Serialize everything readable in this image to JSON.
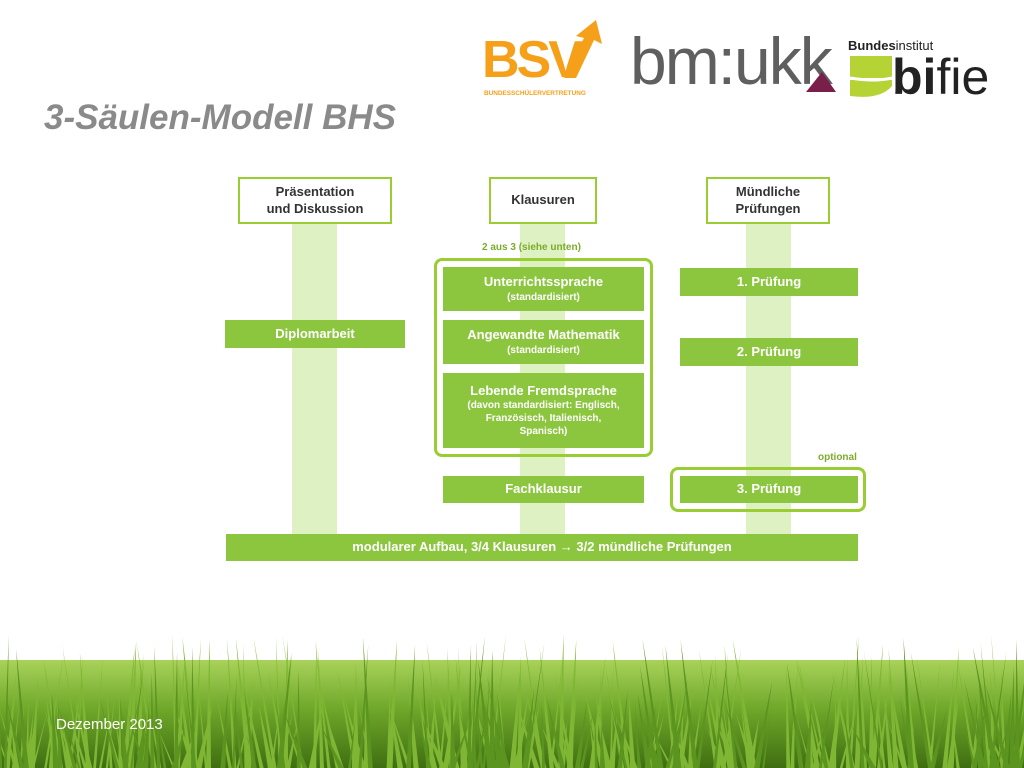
{
  "slide": {
    "title": "3-Säulen-Modell BHS",
    "footer": "Dezember 2013"
  },
  "logos": {
    "bsv": {
      "word": "BSV",
      "subtitle": "BUNDESSCHÜLERVERTRETUNG",
      "color": "#f6a01a"
    },
    "bmukk": {
      "word": "bm:uk",
      "last": "k"
    },
    "bifie": {
      "top_bold": "Bundes",
      "top_rest": "institut",
      "word_bold": "bi",
      "word_rest": "fie"
    }
  },
  "colors": {
    "green": "#8cc63f",
    "pillar": "#ddf1c2",
    "border": "#9acd32",
    "title": "#8a8a8a"
  },
  "diagram": {
    "columns": [
      {
        "header_line1": "Präsentation",
        "header_line2": "und Diskussion"
      },
      {
        "header_line1": "Klausuren"
      },
      {
        "header_line1": "Mündliche",
        "header_line2": "Prüfungen"
      }
    ],
    "diplomarbeit": "Diplomarbeit",
    "note_2aus3": "2 aus 3 (siehe unten)",
    "klausuren": [
      {
        "label": "Unterrichtssprache",
        "detail": "(standardisiert)"
      },
      {
        "label": "Angewandte Mathematik",
        "detail": "(standardisiert)"
      },
      {
        "label": "Lebende Fremdsprache",
        "detail_l1": "(davon standardisiert: Englisch,",
        "detail_l2": "Französisch, Italienisch,",
        "detail_l3": "Spanisch)"
      }
    ],
    "fachklausur": "Fachklausur",
    "pruefungen": [
      "1. Prüfung",
      "2. Prüfung",
      "3. Prüfung"
    ],
    "note_optional": "optional",
    "bottom_bar": "modularer Aufbau, 3/4 Klausuren → 3/2 mündliche Prüfungen"
  }
}
